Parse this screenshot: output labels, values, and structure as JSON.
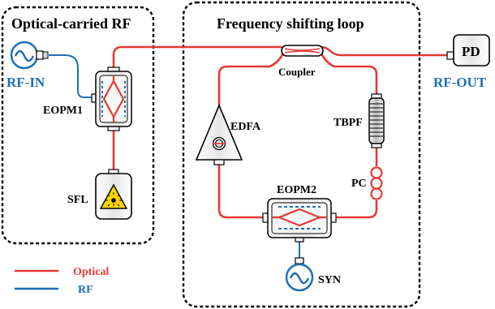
{
  "groups": {
    "left_title": "Optical-carried RF",
    "right_title": "Frequency shifting loop"
  },
  "components": {
    "rf_in": "RF-IN",
    "eopm1": "EOPM1",
    "sfl": "SFL",
    "coupler": "Coupler",
    "pd": "PD",
    "rf_out": "RF-OUT",
    "edfa": "EDFA",
    "tbpf": "TBPF",
    "pc": "PC",
    "eopm2": "EOPM2",
    "syn": "SYN"
  },
  "legend": {
    "optical": "Optical",
    "rf": "RF"
  },
  "colors": {
    "optical": "#e53935",
    "rf": "#1f6fb5",
    "dashed_border": "#000000"
  }
}
